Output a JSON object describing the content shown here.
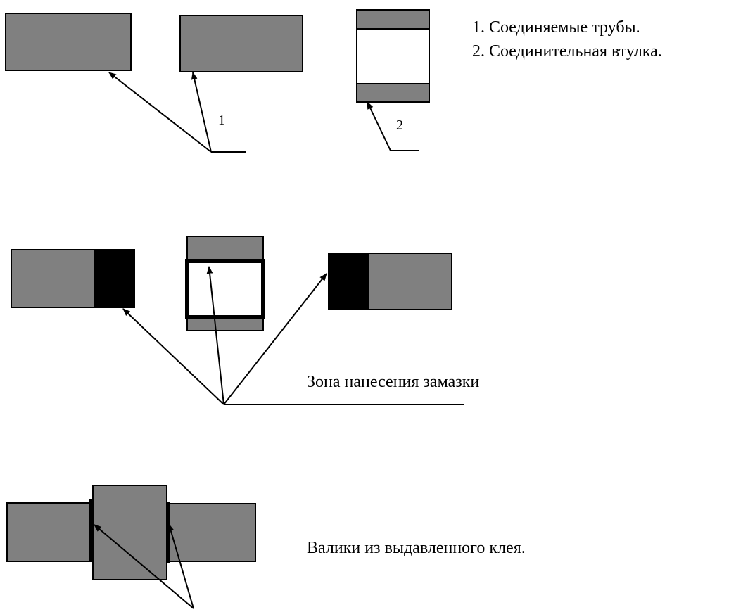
{
  "legend": {
    "item_1": "1. Соединяемые трубы.",
    "item_2": "2. Соединительная втулка."
  },
  "callouts": {
    "pipes_number": "1",
    "sleeve_number": "2",
    "adhesive_zone": "Зона нанесения замазки",
    "glue_beads": "Валики из выдавленного клея."
  },
  "colors": {
    "part_fill": "#808080",
    "adhesive_fill": "#000000",
    "outline": "#000000",
    "background": "#ffffff"
  }
}
